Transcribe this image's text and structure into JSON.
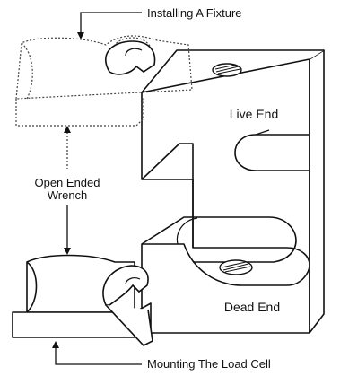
{
  "labels": {
    "top_callout": "Installing A Fixture",
    "bottom_callout": "Mounting The Load Cell",
    "middle_callout_line1": "Open Ended",
    "middle_callout_line2": "Wrench",
    "upper_block": "Live End",
    "lower_block": "Dead End"
  },
  "colors": {
    "stroke": "#111111",
    "fill": "#ffffff",
    "dotted": "#444444"
  }
}
